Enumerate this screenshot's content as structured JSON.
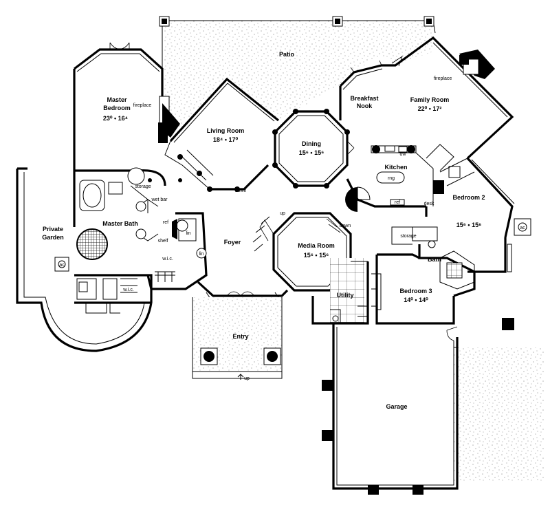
{
  "plan": {
    "rooms": {
      "patio": {
        "name": "Patio"
      },
      "master_bedroom": {
        "name_line1": "Master",
        "name_line2": "Bedroom",
        "dimensions": "23⁰ • 16⁴"
      },
      "living_room": {
        "name": "Living Room",
        "dimensions": "18⁴ • 17⁰"
      },
      "dining": {
        "name": "Dining",
        "dimensions": "15⁶ • 15⁶"
      },
      "breakfast_nook": {
        "name_line1": "Breakfast",
        "name_line2": "Nook"
      },
      "family_room": {
        "name": "Family Room",
        "dimensions": "22⁰ • 17²"
      },
      "kitchen": {
        "name": "Kitchen"
      },
      "private_garden": {
        "name_line1": "Private",
        "name_line2": "Garden"
      },
      "master_bath": {
        "name": "Master Bath"
      },
      "foyer": {
        "name": "Foyer"
      },
      "media_room": {
        "name": "Media Room",
        "dimensions": "15⁶ • 15⁶"
      },
      "bedroom_2": {
        "name": "Bedroom 2",
        "dimensions": "15⁶ • 15⁶"
      },
      "bedroom_3": {
        "name": "Bedroom 3",
        "dimensions": "14⁰ • 14⁰"
      },
      "bath": {
        "name": "Bath"
      },
      "utility": {
        "name": "Utility"
      },
      "entry": {
        "name": "Entry"
      },
      "garage": {
        "name": "Garage"
      }
    },
    "fixtures": {
      "fireplace_master": "fireplace",
      "fireplace_family": "fireplace",
      "storage_master": "storage",
      "storage_bedroom2": "storage",
      "wet_bar": "wet bar",
      "ref_bath": "ref",
      "ref_kitchen": "ref",
      "shelf": "shelf",
      "wic_master": "w.i.c.",
      "wic_garden": "w.i.c.",
      "lin_1": "lin",
      "lin_2": "lin",
      "dw": "dw",
      "rng": "rng",
      "desk": "desk",
      "ac_left": "ac",
      "ac_right": "ac",
      "up_stair": "up",
      "down_media": "down",
      "down_living": "down",
      "up_entry": "up"
    }
  }
}
